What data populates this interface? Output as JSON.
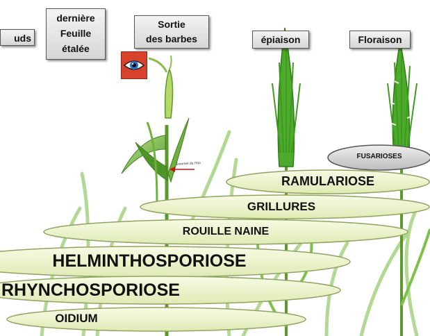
{
  "stages": [
    {
      "id": "noeuds",
      "label": "uds"
    },
    {
      "id": "derniere-feuille",
      "label": "dernière\nFeuille\nétalée"
    },
    {
      "id": "sortie-barbes",
      "label": "Sortie\ndes barbes"
    },
    {
      "id": "epiaison",
      "label": "épiaison"
    },
    {
      "id": "floraison",
      "label": "Floraison"
    }
  ],
  "annotation": "Sommet de l'épi",
  "diseases": [
    {
      "id": "fusarioses",
      "label": "FUSARIOSES",
      "fill": "#d4d4d4"
    },
    {
      "id": "ramulariose",
      "label": "RAMULARIOSE",
      "fill": "#eef5cf"
    },
    {
      "id": "grillures",
      "label": "GRILLURES",
      "fill": "#eef5cf"
    },
    {
      "id": "rouille-naine",
      "label": "ROUILLE NAINE",
      "fill": "#eef5cf"
    },
    {
      "id": "helminthosporiose",
      "label": "HELMINTHOSPORIOSE",
      "fill": "#eef5cf"
    },
    {
      "id": "rhynchosporiose",
      "label": "RHYNCHOSPORIOSE",
      "fill": "#eef5cf"
    },
    {
      "id": "oidium",
      "label": "OIDIUM",
      "fill": "#eef5cf"
    }
  ],
  "colors": {
    "grain": "#4caa2c",
    "leaf": "#7cc24a",
    "stem": "#5a9a2a",
    "eye_bg": "#d8412b",
    "arrow": "#cc1111"
  }
}
